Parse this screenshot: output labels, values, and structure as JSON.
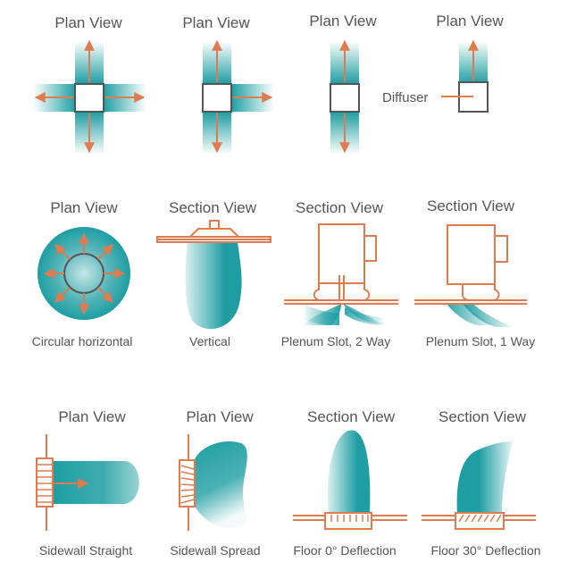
{
  "colors": {
    "teal": "#1e9ea2",
    "orange": "#e07b4f",
    "box": "#555555",
    "text": "#555555"
  },
  "rows": [
    {
      "cells": [
        {
          "view": "Plan View",
          "caption": "",
          "kind": "plan-4way"
        },
        {
          "view": "Plan View",
          "caption": "",
          "kind": "plan-3way"
        },
        {
          "view": "Plan View",
          "caption": "",
          "kind": "plan-2way"
        },
        {
          "view": "Plan View",
          "caption": "",
          "kind": "plan-1way",
          "callout": "Diffuser"
        }
      ]
    },
    {
      "cells": [
        {
          "view": "Plan View",
          "caption": "Circular horizontal",
          "kind": "circular"
        },
        {
          "view": "Section View",
          "caption": "Vertical",
          "kind": "vertical"
        },
        {
          "view": "Section View",
          "caption": "Plenum Slot, 2 Way",
          "kind": "plenum-2way"
        },
        {
          "view": "Section View",
          "caption": "Plenum Slot, 1 Way",
          "kind": "plenum-1way"
        }
      ]
    },
    {
      "cells": [
        {
          "view": "Plan View",
          "caption": "Sidewall Straight",
          "kind": "sidewall-straight"
        },
        {
          "view": "Plan View",
          "caption": "Sidewall Spread",
          "kind": "sidewall-spread"
        },
        {
          "view": "Section View",
          "caption": "Floor 0° Deflection",
          "kind": "floor-0"
        },
        {
          "view": "Section View",
          "caption": "Floor 30° Deflection",
          "kind": "floor-30"
        }
      ]
    }
  ]
}
